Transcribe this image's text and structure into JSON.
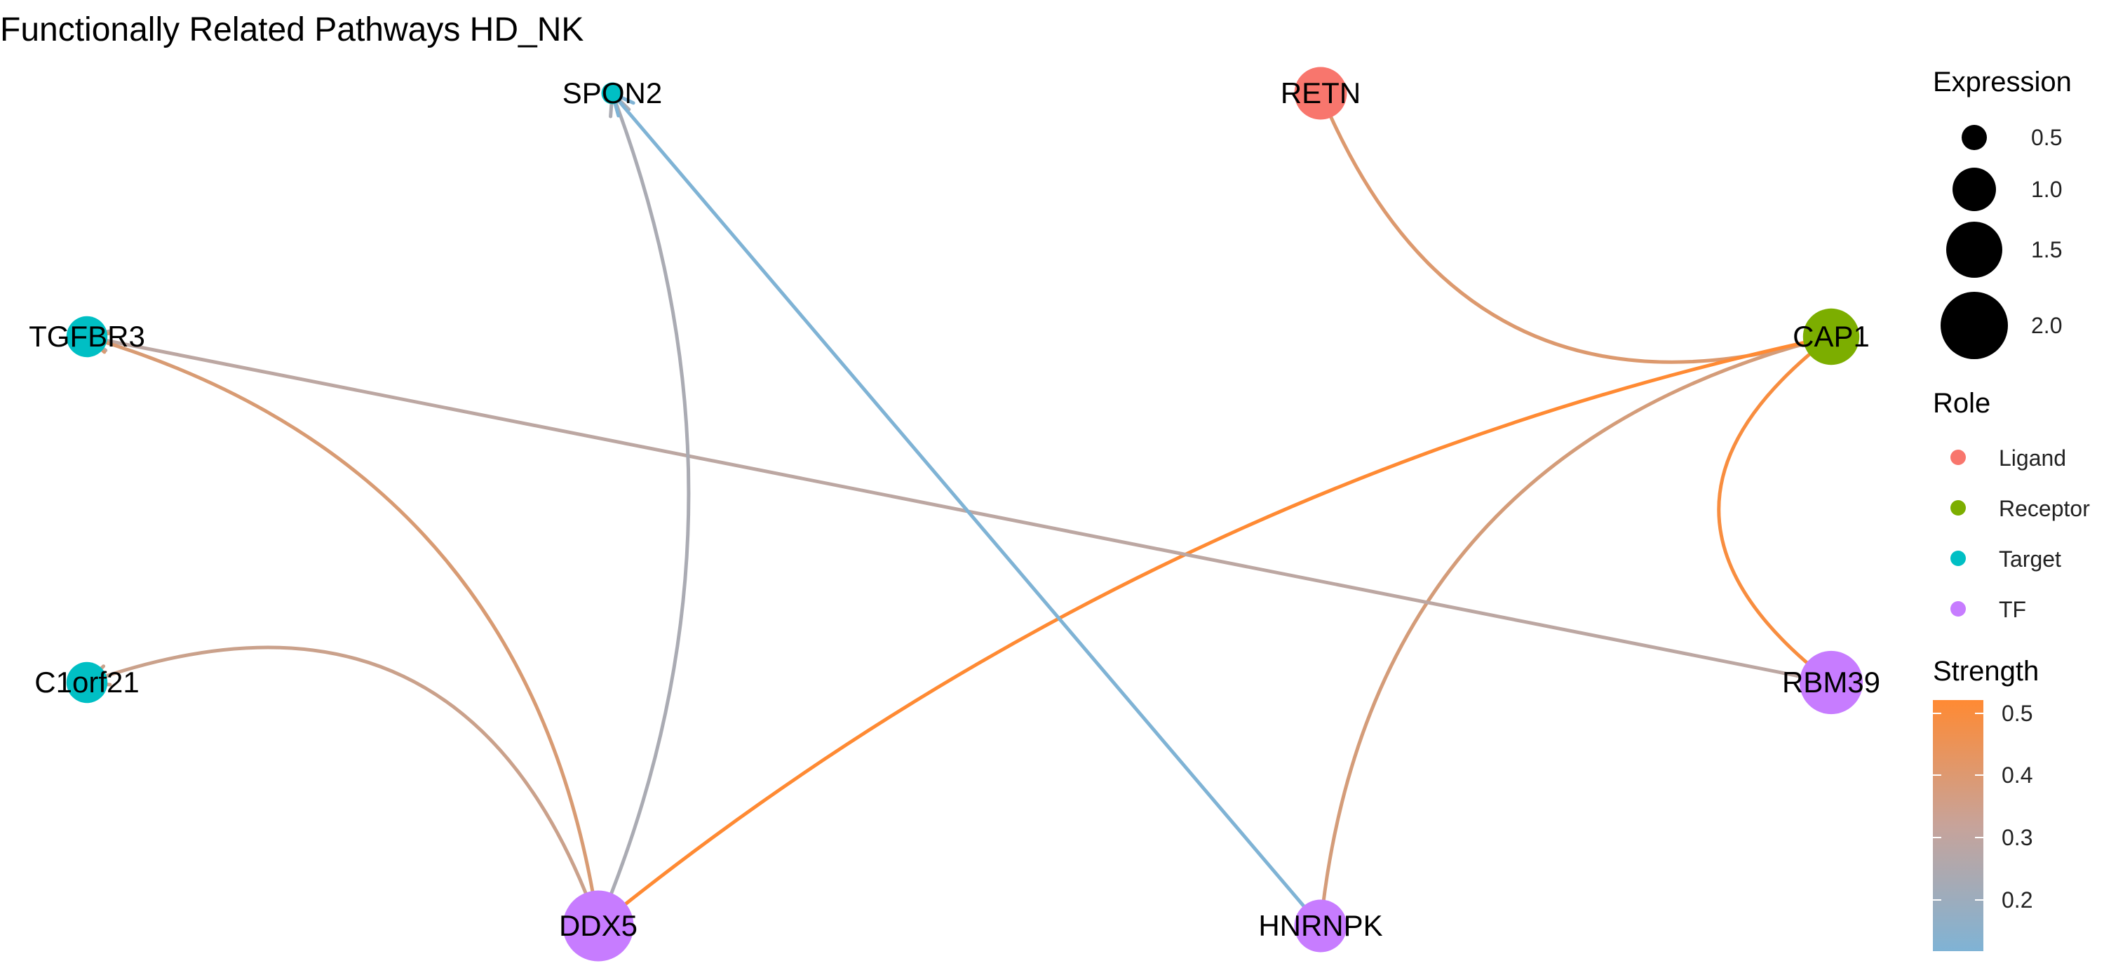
{
  "title": "Functionally Related Pathways HD_NK",
  "colors": {
    "Ligand": "#F8766D",
    "Receptor": "#7CAE00",
    "Target": "#00BFC4",
    "TF": "#C77CFF",
    "strength_low": "#7FB3D5",
    "strength_mid": "#B8A8A8",
    "strength_high": "#FF8A33"
  },
  "nodes": [
    {
      "id": "SPON2",
      "label": "SPON2",
      "role": "Target",
      "expression": 0.1
    },
    {
      "id": "RETN",
      "label": "RETN",
      "role": "Ligand",
      "expression": 1.1
    },
    {
      "id": "TGFBR3",
      "label": "TGFBR3",
      "role": "Target",
      "expression": 0.6
    },
    {
      "id": "CAP1",
      "label": "CAP1",
      "role": "Receptor",
      "expression": 1.3
    },
    {
      "id": "C1orf21",
      "label": "C1orf21",
      "role": "Target",
      "expression": 0.6
    },
    {
      "id": "RBM39",
      "label": "RBM39",
      "role": "TF",
      "expression": 1.7
    },
    {
      "id": "DDX5",
      "label": "DDX5",
      "role": "TF",
      "expression": 2.2
    },
    {
      "id": "HNRNPK",
      "label": "HNRNPK",
      "role": "TF",
      "expression": 1.1
    }
  ],
  "edges": [
    {
      "from": "RETN",
      "to": "CAP1",
      "strength": 0.42
    },
    {
      "from": "CAP1",
      "to": "RBM39",
      "strength": 0.5
    },
    {
      "from": "CAP1",
      "to": "HNRNPK",
      "strength": 0.4
    },
    {
      "from": "CAP1",
      "to": "DDX5",
      "strength": 0.52
    },
    {
      "from": "RBM39",
      "to": "TGFBR3",
      "strength": 0.33
    },
    {
      "from": "DDX5",
      "to": "TGFBR3",
      "strength": 0.41
    },
    {
      "from": "DDX5",
      "to": "C1orf21",
      "strength": 0.37
    },
    {
      "from": "DDX5",
      "to": "SPON2",
      "strength": 0.27
    },
    {
      "from": "HNRNPK",
      "to": "SPON2",
      "strength": 0.12
    }
  ],
  "legend": {
    "expression": {
      "title": "Expression",
      "values": [
        "0.5",
        "1.0",
        "1.5",
        "2.0"
      ]
    },
    "role": {
      "title": "Role",
      "items": [
        "Ligand",
        "Receptor",
        "Target",
        "TF"
      ]
    },
    "strength": {
      "title": "Strength",
      "ticks": [
        "0.5",
        "0.4",
        "0.3",
        "0.2"
      ],
      "range": [
        0.12,
        0.52
      ]
    }
  }
}
